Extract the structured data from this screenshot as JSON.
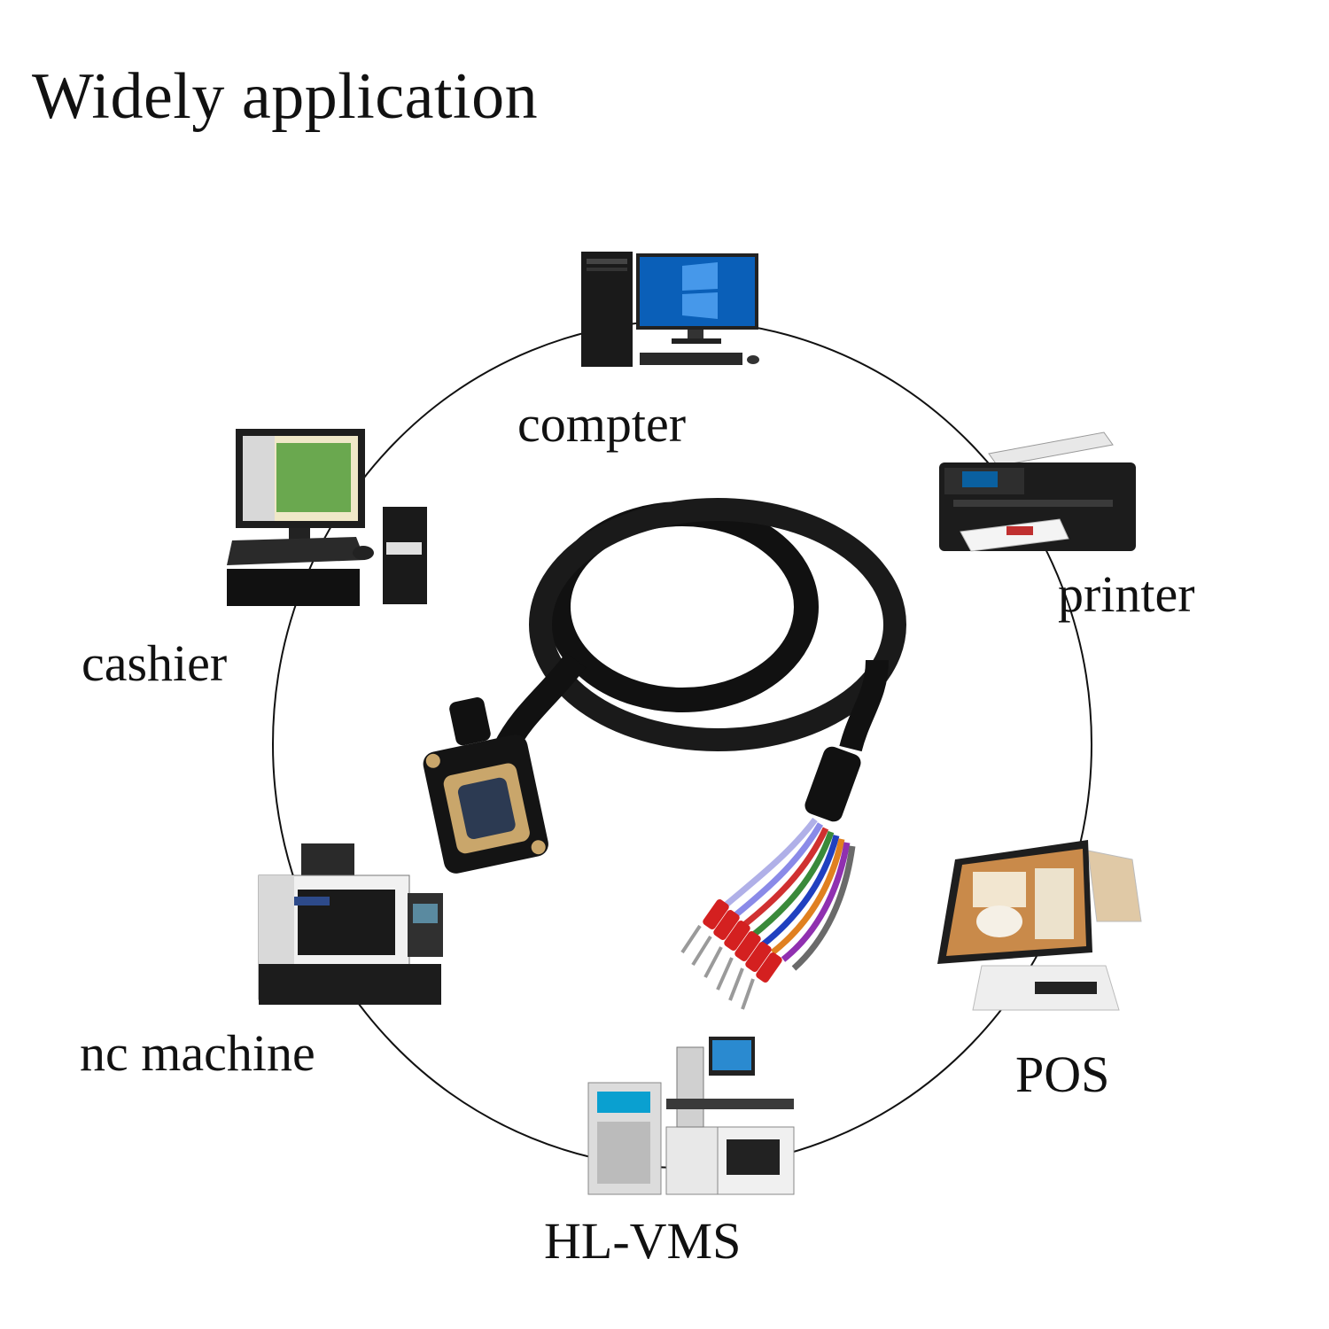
{
  "title": "Widely application",
  "devices": [
    {
      "id": "computer",
      "label": "compter",
      "icon": "desktop-computer-icon"
    },
    {
      "id": "printer",
      "label": "printer",
      "icon": "printer-icon"
    },
    {
      "id": "pos",
      "label": "POS",
      "icon": "pos-terminal-icon"
    },
    {
      "id": "hlvms",
      "label": "HL-VMS",
      "icon": "laser-machine-icon"
    },
    {
      "id": "nc",
      "label": "nc machine",
      "icon": "cnc-machine-icon"
    },
    {
      "id": "cashier",
      "label": "cashier",
      "icon": "cash-register-icon"
    }
  ],
  "center": {
    "icon": "db9-serial-cable-icon"
  },
  "colors": {
    "wire": [
      "#b0b0e8",
      "#8a8ae8",
      "#d03030",
      "#3a8a3a",
      "#2040c0",
      "#e08020",
      "#9030b0",
      "#6a6a6a"
    ],
    "cable": "#111111",
    "terminal": "#d42020"
  }
}
